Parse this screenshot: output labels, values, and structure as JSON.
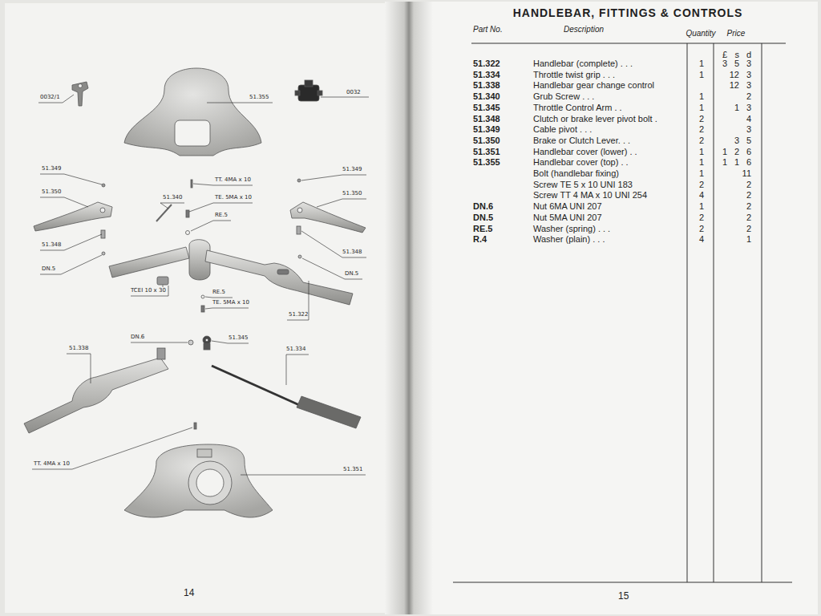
{
  "diagram": {
    "title": "HANDLEBAR, FITTINGS & CONTROLS",
    "labels": [
      "0032/1",
      "51.355",
      "0032",
      "51.349",
      "TT. 4MA x 10",
      "51.349",
      "51.350",
      "51.340",
      "TE. 5MA x 10",
      "51.350",
      "RE.5",
      "51.348",
      "51.348",
      "DN.5",
      "DN.5",
      "TCEI 10 x 30",
      "RE.5",
      "TE. 5MA x 10",
      "51.322",
      "DN.6",
      "51.345",
      "51.338",
      "51.334",
      "TT. 4MA x 10",
      "51.351",
      "14",
      "Part No.",
      "Description",
      "Quantity",
      "Price",
      "£",
      "s",
      "d",
      "51.322",
      "Handlebar (complete) . . .",
      "1",
      "3",
      "5",
      "3",
      "51.334",
      "Throttle twist grip . . .",
      "1",
      "12",
      "3",
      "51.338",
      "Handlebar gear change control",
      "12",
      "3",
      "51.340",
      "Grub Screw . . .",
      "1",
      "2",
      "51.345",
      "Throttle Control Arm . .",
      "1",
      "1",
      "3",
      "51.348",
      "Clutch or brake lever pivot bolt .",
      "2",
      "4",
      "51.349",
      "Cable pivot . . .",
      "2",
      "3",
      "51.350",
      "Brake or Clutch Lever. . .",
      "2",
      "3",
      "5",
      "51.351",
      "Handlebar cover (lower) . .",
      "1",
      "1",
      "2",
      "6",
      "51.355",
      "Handlebar cover (top) . .",
      "1",
      "1",
      "1",
      "6",
      "Bolt (handlebar fixing)",
      "1",
      "11",
      "Screw TE 5 x 10 UNI 183",
      "2",
      "2",
      "Screw TT 4 MA x 10 UNI 254",
      "4",
      "2",
      "DN.6",
      "Nut 6MA UNI 207",
      "1",
      "2",
      "DN.5",
      "Nut 5MA UNI 207",
      "2",
      "2",
      "RE.5",
      "Washer (spring) . . .",
      "2",
      "2",
      "R.4",
      "Washer (plain) . . .",
      "4",
      "1",
      "15"
    ]
  }
}
